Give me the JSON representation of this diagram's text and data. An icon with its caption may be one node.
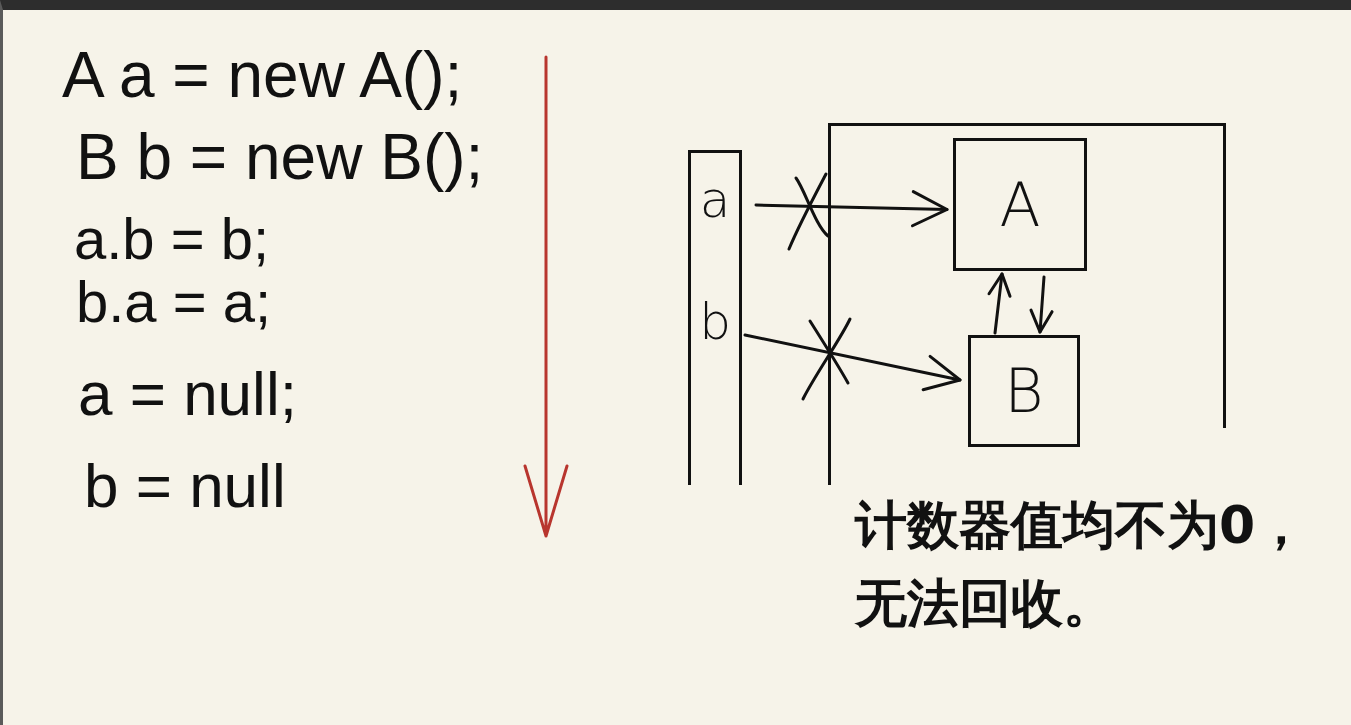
{
  "diagram": {
    "nodes": [
      {
        "text": [],
        "shape": "box"
      },
      {
        "text": [
          "a"
        ],
        "in": 0
      },
      {
        "text": [
          "b"
        ],
        "in": 0
      },
      {
        "text": [],
        "shape": "box"
      },
      {
        "text": [
          "A"
        ],
        "in": 3
      },
      {
        "text": [
          "B"
        ],
        "in": 3
      }
    ],
    "edges": [
      {
        "from": 1,
        "to": 4,
        "arrow": "to"
      },
      {
        "from": 2,
        "to": 5,
        "arrow": "to"
      },
      {
        "from": 5,
        "to": 4,
        "arrow": "to"
      },
      {
        "from": 4,
        "to": 5,
        "arrow": "to"
      }
    ],
    "labels": [
      "A a = new A();",
      "B b = new B();",
      "a.b = b;",
      "b.a = a;",
      "a = null;",
      "b = null",
      "计数器值均不为0，无法回收。"
    ]
  }
}
